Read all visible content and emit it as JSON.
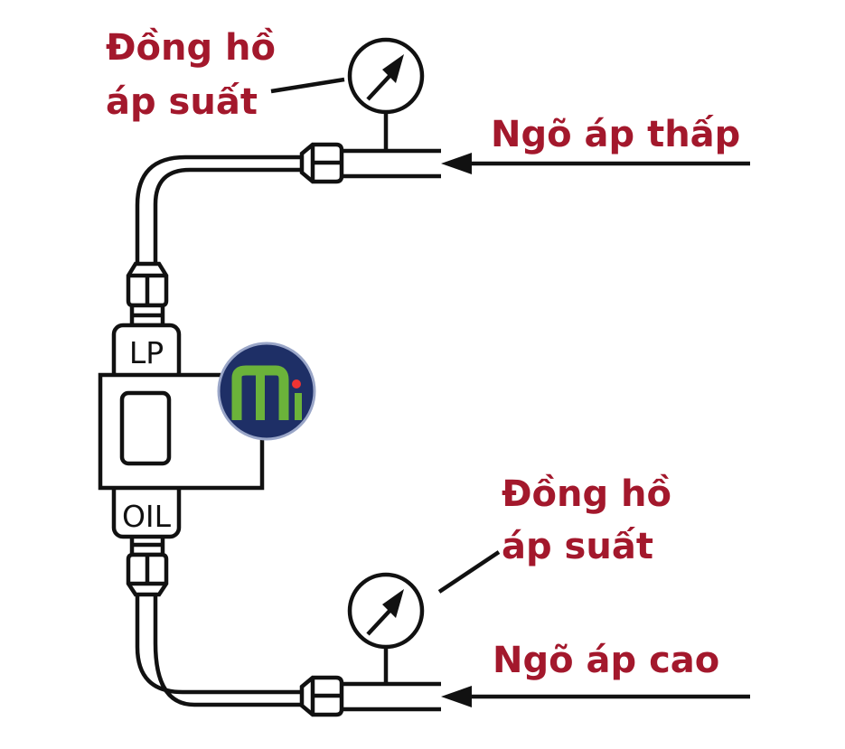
{
  "labels": {
    "gauge_top_line1": "Đồng hồ",
    "gauge_top_line2": "áp suất",
    "gauge_bottom_line1": "Đồng hồ",
    "gauge_bottom_line2": "áp suất",
    "low_pressure_inlet": "Ngõ áp thấp",
    "high_pressure_inlet": "Ngõ áp cao"
  },
  "device": {
    "port_top": "LP",
    "port_bottom": "OIL"
  },
  "logo": {
    "letters": "mi"
  },
  "colors": {
    "label": "#a3182c",
    "logo_bg": "#1e2f66",
    "logo_green": "#6bb33a",
    "logo_dot": "#e33"
  }
}
